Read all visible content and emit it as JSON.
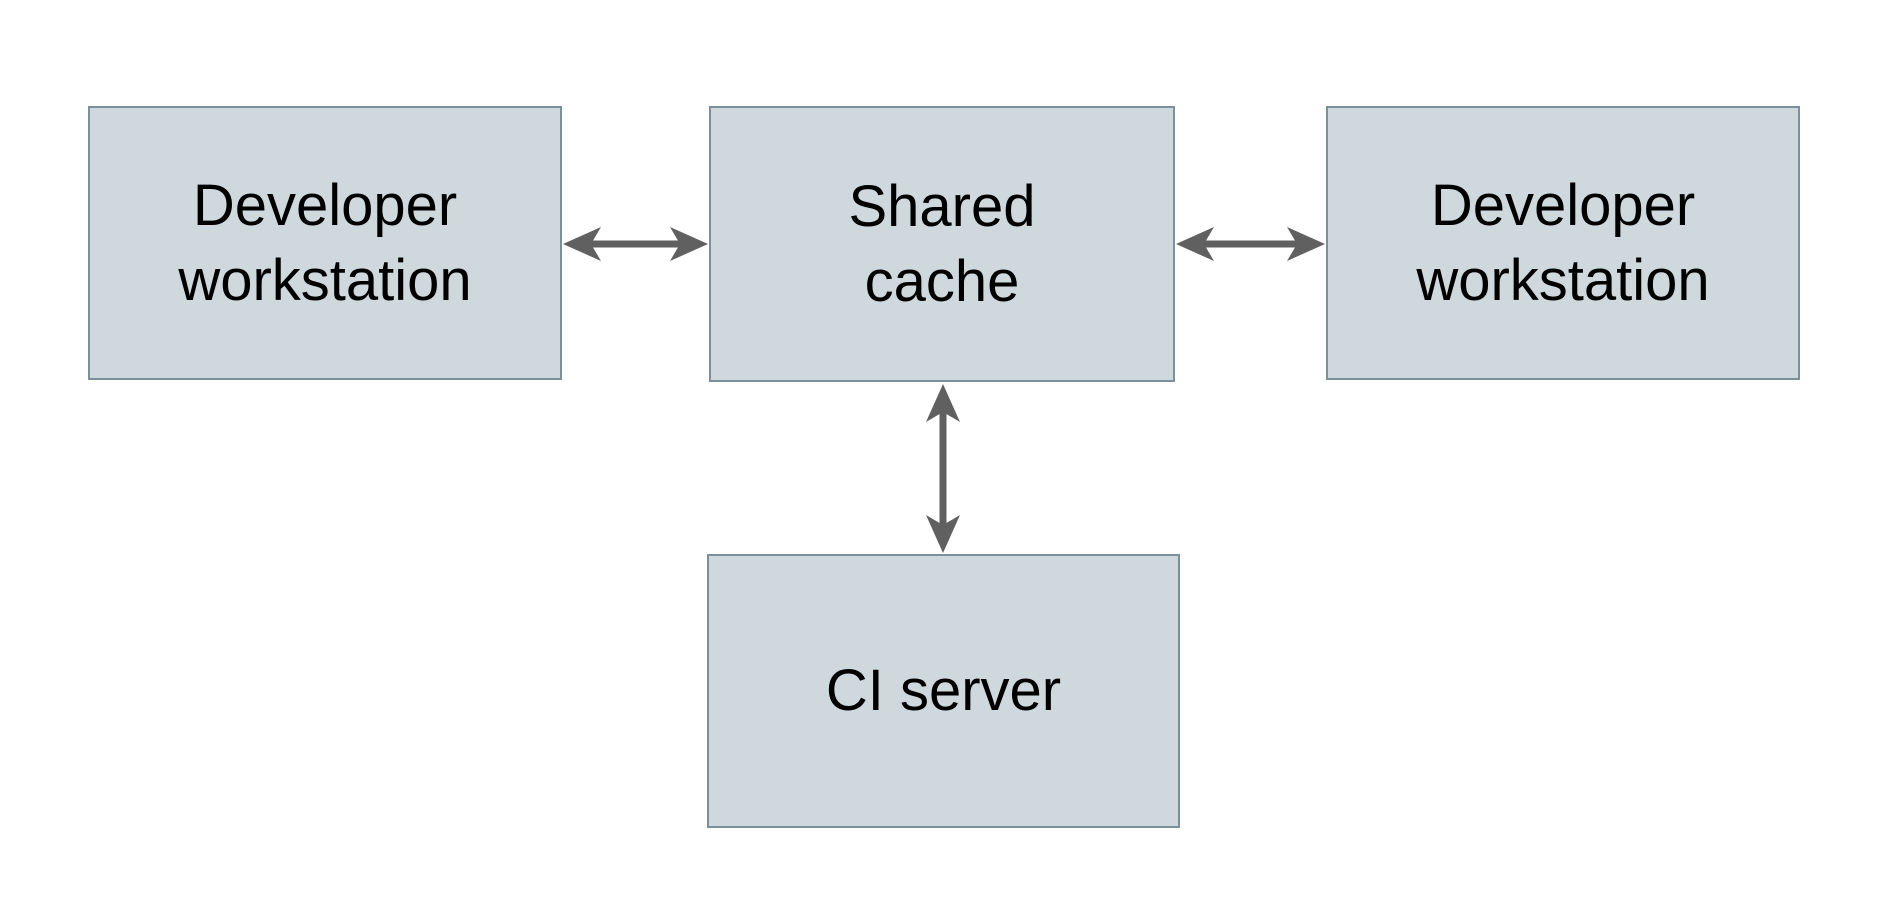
{
  "diagram": {
    "background_color": "#ffffff",
    "node_fill_color": "#cfd8dc",
    "node_border_color": "#7b909b",
    "text_color": "#000000",
    "arrow_color": "#606060",
    "nodes": [
      {
        "id": "developer-workstation-left",
        "label": "Developer\nworkstation"
      },
      {
        "id": "shared-cache",
        "label": "Shared\ncache"
      },
      {
        "id": "developer-workstation-right",
        "label": "Developer\nworkstation"
      },
      {
        "id": "ci-server",
        "label": "CI server"
      }
    ],
    "edges": [
      {
        "from": "developer-workstation-left",
        "to": "shared-cache",
        "type": "bidirectional",
        "orientation": "horizontal"
      },
      {
        "from": "shared-cache",
        "to": "developer-workstation-right",
        "type": "bidirectional",
        "orientation": "horizontal"
      },
      {
        "from": "shared-cache",
        "to": "ci-server",
        "type": "bidirectional",
        "orientation": "vertical"
      }
    ]
  }
}
